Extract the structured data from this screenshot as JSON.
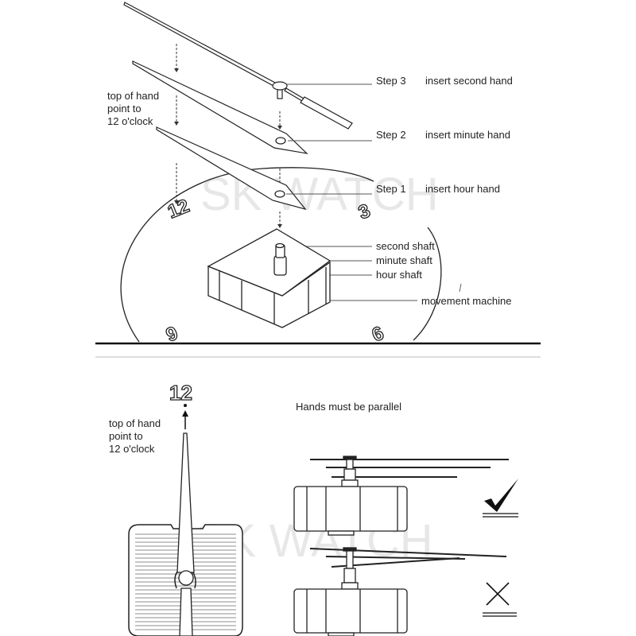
{
  "top_panel": {
    "steps": [
      {
        "step": "Step 3",
        "action": "insert second hand"
      },
      {
        "step": "Step 2",
        "action": "insert minute hand"
      },
      {
        "step": "Step 1",
        "action": "insert hour hand"
      }
    ],
    "hint_lines": [
      "top of hand",
      "point to",
      "12 o'clock"
    ],
    "dial_numbers": {
      "twelve": "12",
      "three": "3",
      "nine": "9",
      "six": "6"
    },
    "shaft_labels": [
      "second shaft",
      "minute shaft",
      "hour shaft"
    ],
    "movement_label": "movement  machine"
  },
  "bottom_panel": {
    "twelve": "12",
    "hint_lines": [
      "top of hand",
      "point to",
      "12 o'clock"
    ],
    "parallel_title": "Hands must be parallel",
    "correct_icon": "check-mark-icon",
    "wrong_icon": "cross-mark-icon"
  },
  "watermark": "SK WATCH"
}
